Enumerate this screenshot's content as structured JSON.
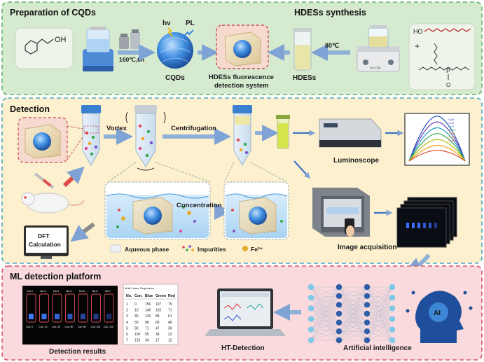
{
  "panels": {
    "preparation_title": "Preparation of CQDs",
    "hdess_title": "HDESs synthesis",
    "detection_title": "Detection",
    "ml_title": "ML detection platform"
  },
  "preparation": {
    "hv": "hν",
    "pl": "PL",
    "reaction_condition": "160℃,6h",
    "cqds_label": "CQDs",
    "hdess_system_label_1": "HDESs fluorescence",
    "hdess_system_label_2": "detection system",
    "hdess_label": "HDESs",
    "temp_label": "80℃",
    "molecule_oh": "OH",
    "molecule_ho": "HO",
    "plus": "+",
    "p_atom": "P",
    "o_atom": "O",
    "device_text": "SLT-C35"
  },
  "detection": {
    "vortex": "Vortex",
    "centrifugation": "Centrifugation",
    "concentration": "Concentration",
    "luminoscope": "Luminoscope",
    "image_acquisition": "Image acquisition",
    "dft_line1": "DFT",
    "dft_line2": "Calculation",
    "legend_aqueous": "Aqueous phase",
    "legend_impurities": "Impurities",
    "legend_fe": "Fe³⁺",
    "spectrum_legend": [
      "0 μM",
      "1 μM",
      "5 μM",
      "10 μM",
      "15 μM",
      "20 μM",
      "25 μM"
    ]
  },
  "ml": {
    "detection_results": "Detection results",
    "ht_detection": "HT-Detection",
    "artificial_intelligence": "Artificial intelligence",
    "ai_badge": "AI",
    "table_caption": "Multi Linear Regression",
    "table_headers": [
      "No.",
      "Con.",
      "Blue",
      "Green",
      "Red"
    ],
    "table_rows": [
      [
        "1",
        "0",
        "156",
        "107",
        "75"
      ],
      [
        "2",
        "10",
        "146",
        "102",
        "71"
      ],
      [
        "3",
        "30",
        "126",
        "88",
        "61"
      ],
      [
        "4",
        "50",
        "98",
        "68",
        "46"
      ],
      [
        "5",
        "80",
        "71",
        "47",
        "30"
      ],
      [
        "6",
        "100",
        "55",
        "34",
        "22"
      ],
      [
        "7",
        "120",
        "34",
        "17",
        "12"
      ]
    ],
    "tube_labels": [
      "No.1",
      "No.2",
      "No.3",
      "No.4",
      "No.5",
      "No.6",
      "No.7"
    ],
    "tube_values": [
      "Con: 0",
      "Con: 10",
      "Con: 30",
      "Con: 50",
      "Con: 80",
      "Con: 100",
      "Con: 120"
    ]
  },
  "colors": {
    "prep_bg": "#d6ead0",
    "prep_border": "#66b26a",
    "detection_bg": "#fcf0cf",
    "detection_border": "#4aa7c0",
    "ml_bg": "#fadadd",
    "ml_border": "#d9546a",
    "arrow": "#8fb0d8",
    "title_text": "#111111"
  }
}
